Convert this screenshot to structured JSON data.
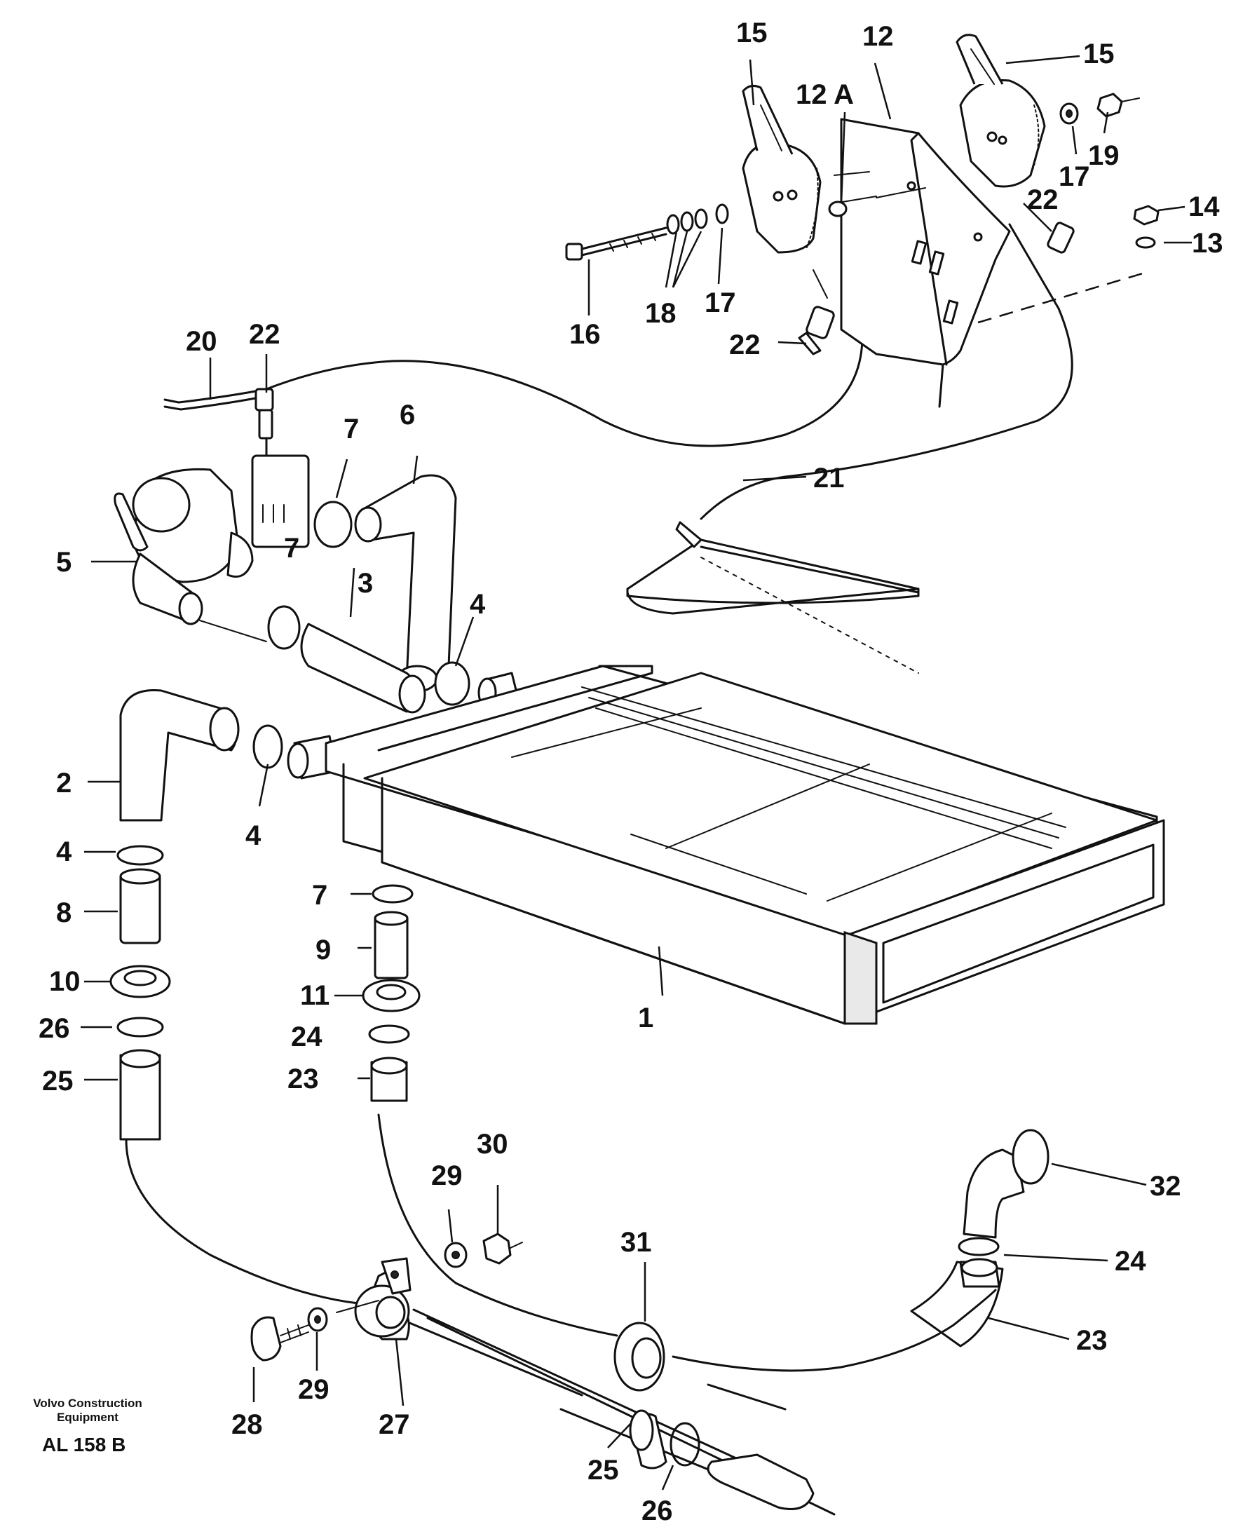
{
  "callouts": {
    "c1": "1",
    "c2": "2",
    "c3": "3",
    "c4a": "4",
    "c4b": "4",
    "c4c": "4",
    "c5": "5",
    "c6": "6",
    "c7a": "7",
    "c7b": "7",
    "c7c": "7",
    "c8": "8",
    "c9": "9",
    "c10": "10",
    "c11": "11",
    "c12": "12",
    "c12a": "12 A",
    "c13": "13",
    "c14": "14",
    "c15a": "15",
    "c15b": "15",
    "c16": "16",
    "c17a": "17",
    "c17b": "17",
    "c18": "18",
    "c19": "19",
    "c20": "20",
    "c21": "21",
    "c22a": "22",
    "c22b": "22",
    "c22c": "22",
    "c23a": "23",
    "c23b": "23",
    "c24a": "24",
    "c24b": "24",
    "c25a": "25",
    "c25b": "25",
    "c26a": "26",
    "c26b": "26",
    "c27": "27",
    "c28": "28",
    "c29a": "29",
    "c29b": "29",
    "c30": "30",
    "c31": "31",
    "c32": "32"
  },
  "footer": {
    "brand_line1": "Volvo Construction",
    "brand_line2": "Equipment",
    "drawing_code": "AL 158 B"
  }
}
